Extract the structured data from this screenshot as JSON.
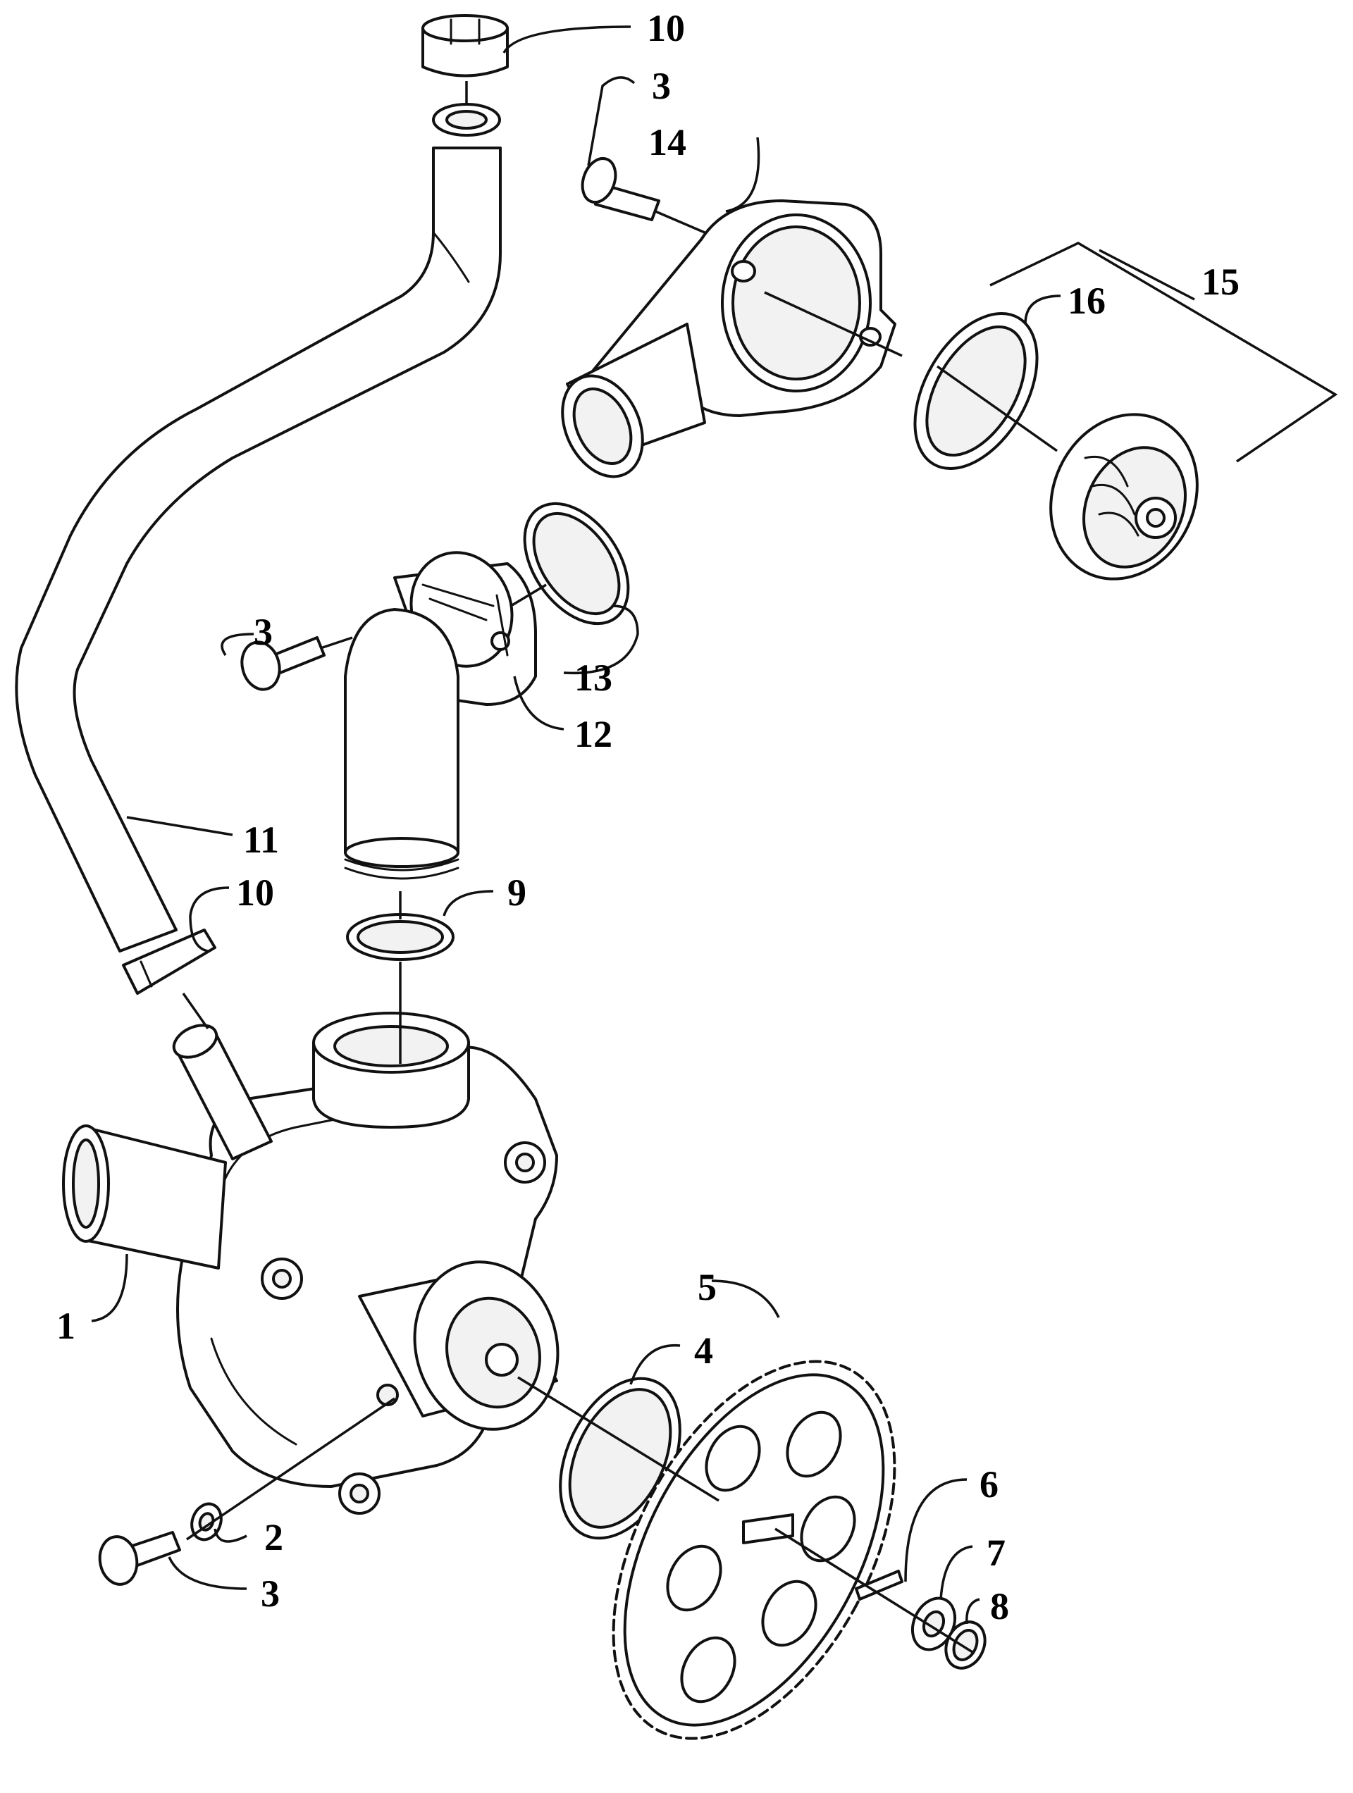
{
  "callouts": [
    {
      "id": "c1",
      "text": "1"
    },
    {
      "id": "c2",
      "text": "2"
    },
    {
      "id": "c3a",
      "text": "3"
    },
    {
      "id": "c3b",
      "text": "3"
    },
    {
      "id": "c3c",
      "text": "3"
    },
    {
      "id": "c4",
      "text": "4"
    },
    {
      "id": "c5",
      "text": "5"
    },
    {
      "id": "c6",
      "text": "6"
    },
    {
      "id": "c7",
      "text": "7"
    },
    {
      "id": "c8",
      "text": "8"
    },
    {
      "id": "c9",
      "text": "9"
    },
    {
      "id": "c10a",
      "text": "10"
    },
    {
      "id": "c10b",
      "text": "10"
    },
    {
      "id": "c11",
      "text": "11"
    },
    {
      "id": "c12",
      "text": "12"
    },
    {
      "id": "c13",
      "text": "13"
    },
    {
      "id": "c14",
      "text": "14"
    },
    {
      "id": "c15",
      "text": "15"
    },
    {
      "id": "c16",
      "text": "16"
    }
  ]
}
